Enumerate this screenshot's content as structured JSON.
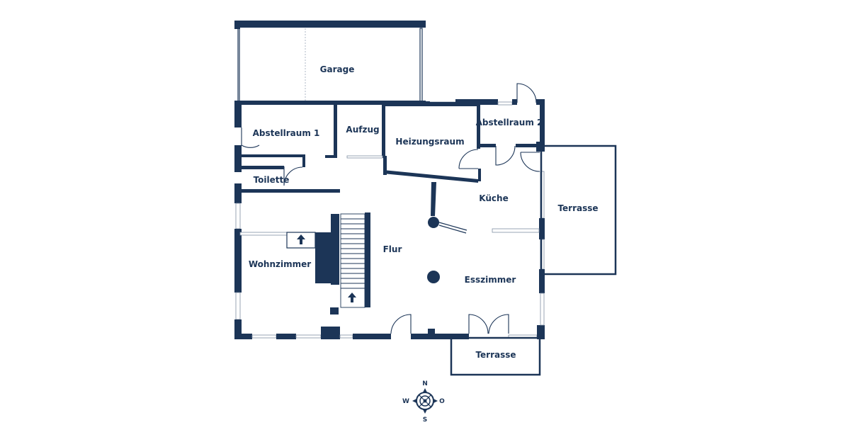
{
  "floorplan": {
    "rooms": {
      "garage": "Garage",
      "abstellraum1": "Abstellraum 1",
      "aufzug": "Aufzug",
      "heizungsraum": "Heizungsraum",
      "abstellraum2": "Abstellraum 2",
      "toilette": "Toilette",
      "kueche": "Küche",
      "terrasse_east": "Terrasse",
      "flur": "Flur",
      "wohnzimmer": "Wohnzimmer",
      "esszimmer": "Esszimmer",
      "terrasse_south": "Terrasse"
    },
    "compass": {
      "n": "N",
      "s": "S",
      "w": "W",
      "o": "O"
    }
  },
  "colors": {
    "wall": "#1c3557",
    "background": "#ffffff"
  }
}
